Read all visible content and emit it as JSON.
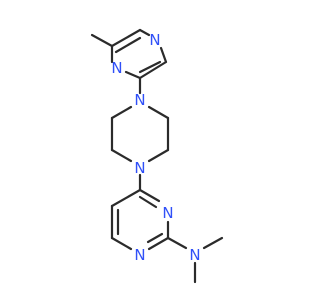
{
  "atoms": [
    {
      "id": "pz_N1",
      "label": "N"
    },
    {
      "id": "pz_N2",
      "label": "N"
    },
    {
      "id": "pip_N_top",
      "label": "N"
    },
    {
      "id": "pip_N_bottom",
      "label": "N"
    },
    {
      "id": "pym_N_right",
      "label": "N"
    },
    {
      "id": "pym_N_left",
      "label": "N"
    },
    {
      "id": "amine_N",
      "label": "N"
    }
  ],
  "colors": {
    "bond": "#2b2b2b",
    "nitrogen": "#3050f8",
    "background": "#ffffff"
  }
}
